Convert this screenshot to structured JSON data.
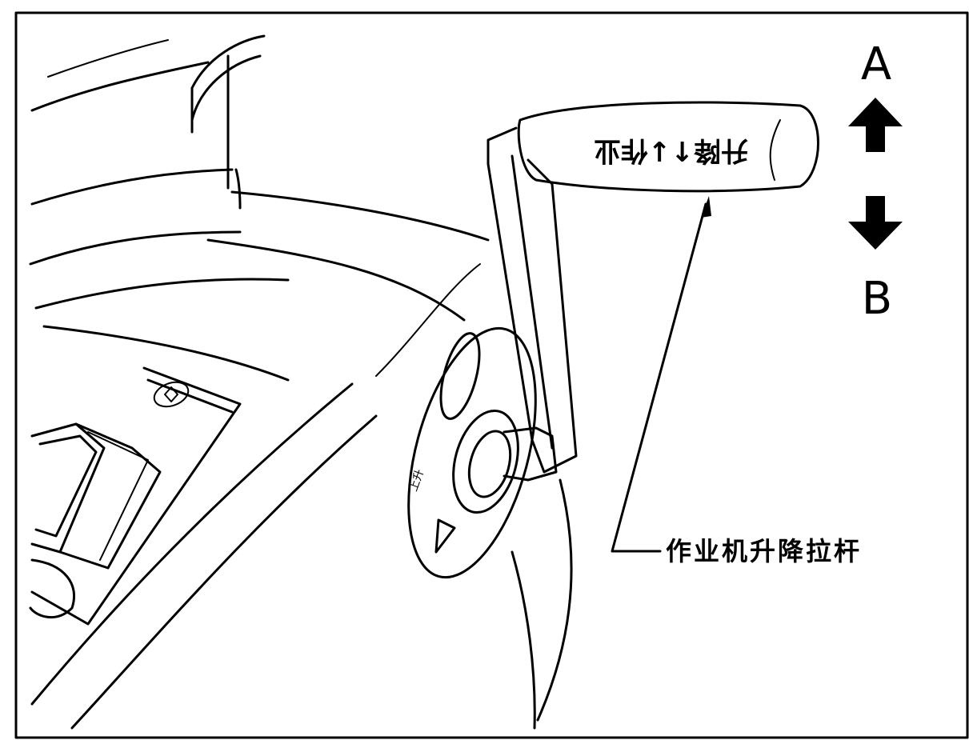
{
  "labels": {
    "direction_up": "A",
    "direction_down": "B",
    "callout": "作业机升降拉杆",
    "handle_marking": "升降↑↓作业",
    "disc_marking": "上升"
  },
  "icons": {
    "up": "arrow-up-icon",
    "down": "arrow-down-icon",
    "triangle": "triangle-marker-icon"
  }
}
